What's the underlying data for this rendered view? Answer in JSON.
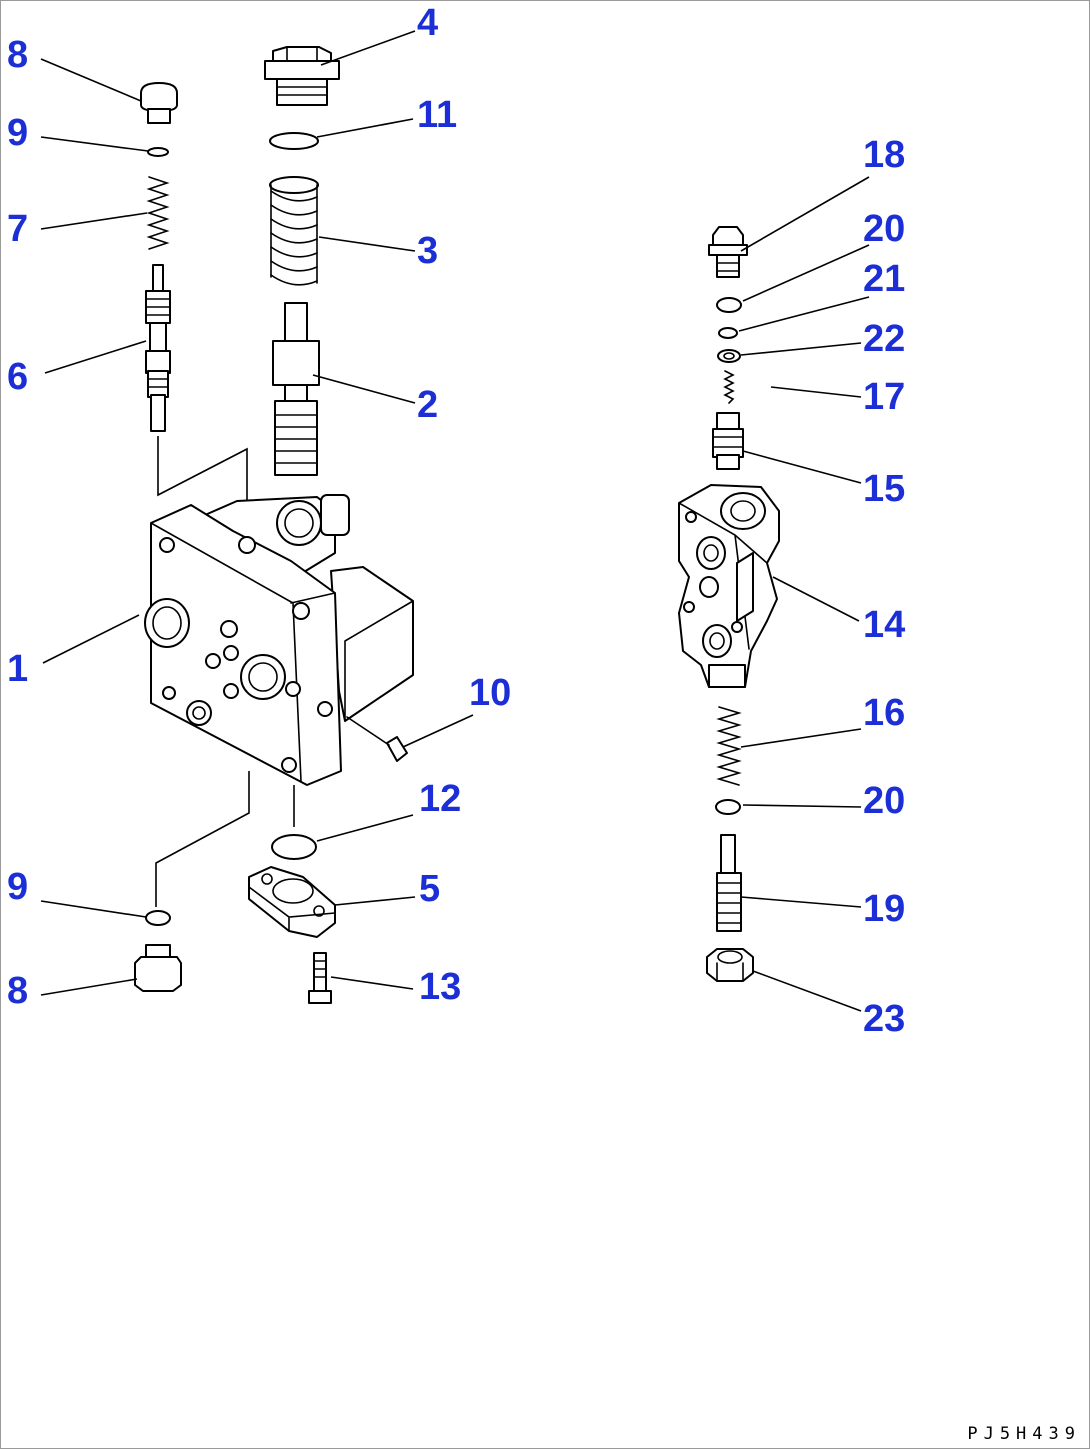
{
  "callouts": {
    "c1": "1",
    "c2": "2",
    "c3": "3",
    "c4": "4",
    "c5": "5",
    "c6": "6",
    "c7": "7",
    "c8_top": "8",
    "c8_bottom": "8",
    "c9_top": "9",
    "c9_bottom": "9",
    "c10": "10",
    "c11": "11",
    "c12": "12",
    "c13": "13",
    "c14": "14",
    "c15": "15",
    "c16": "16",
    "c17": "17",
    "c18": "18",
    "c19": "19",
    "c20_top": "20",
    "c20_bottom": "20",
    "c21": "21",
    "c22": "22",
    "c23": "23"
  },
  "drawing_code": "PJ5H439",
  "colors": {
    "callout": "#1c2fd6",
    "line": "#000000",
    "frame": "#9a9a9a"
  }
}
